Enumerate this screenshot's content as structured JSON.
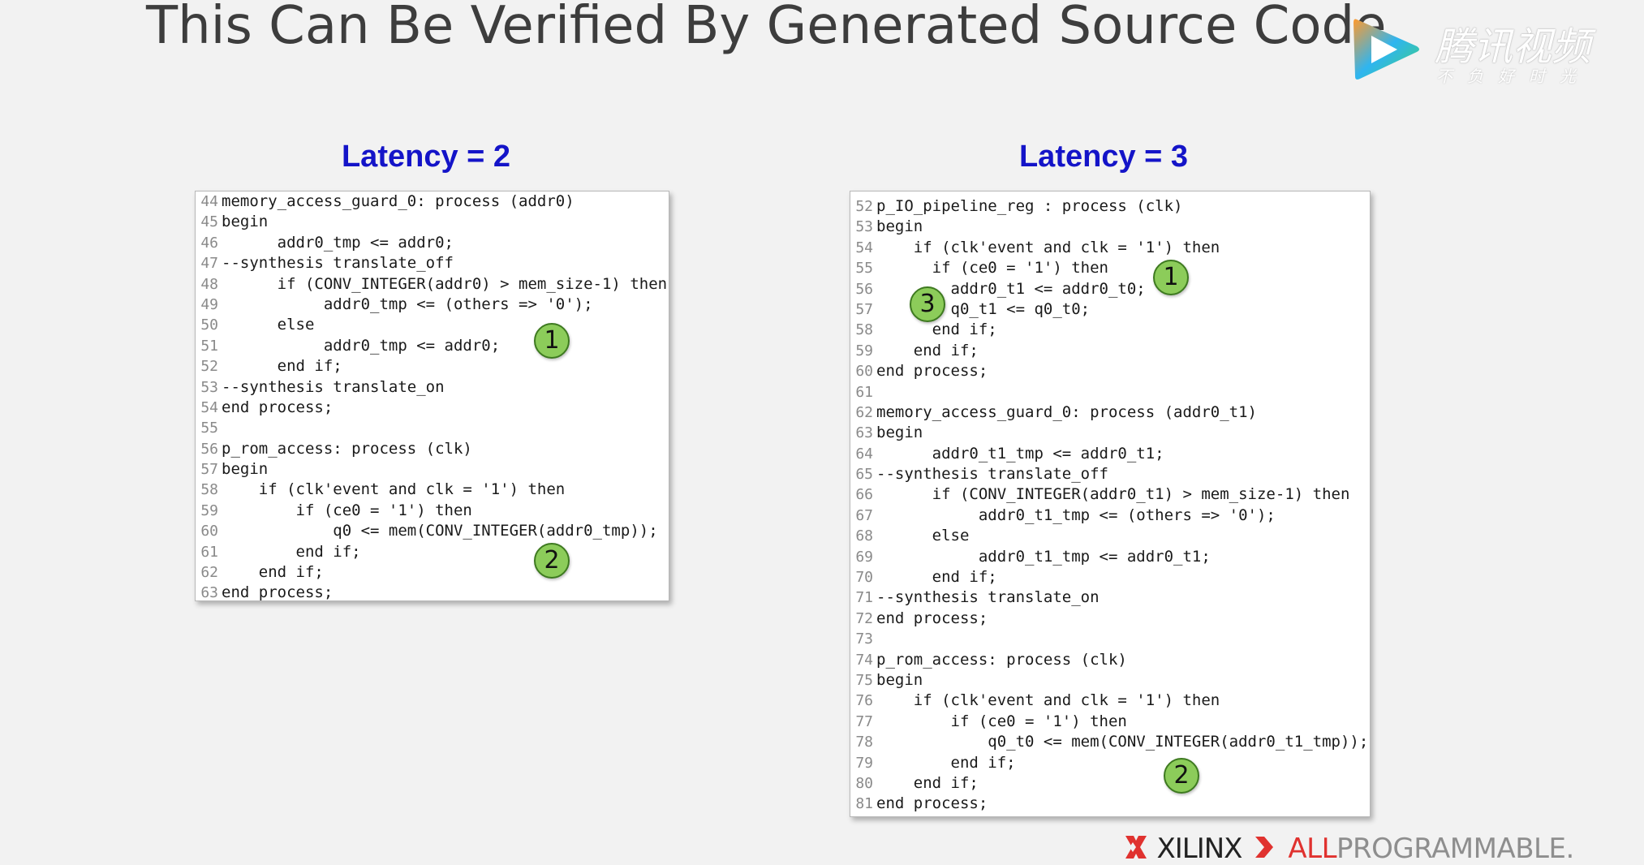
{
  "slide": {
    "title": "This Can Be Verified By Generated Source Code"
  },
  "watermark": {
    "text": "腾讯视频",
    "subtitle": "不负好时光"
  },
  "panels": [
    {
      "heading": "Latency = 2",
      "lines": [
        {
          "num": "44",
          "code": "memory_access_guard_0: process (addr0)"
        },
        {
          "num": "45",
          "code": "begin"
        },
        {
          "num": "46",
          "code": "      addr0_tmp <= addr0;"
        },
        {
          "num": "47",
          "code": "--synthesis translate_off"
        },
        {
          "num": "48",
          "code": "      if (CONV_INTEGER(addr0) > mem_size-1) then"
        },
        {
          "num": "49",
          "code": "           addr0_tmp <= (others => '0');"
        },
        {
          "num": "50",
          "code": "      else"
        },
        {
          "num": "51",
          "code": "           addr0_tmp <= addr0;"
        },
        {
          "num": "52",
          "code": "      end if;"
        },
        {
          "num": "53",
          "code": "--synthesis translate_on"
        },
        {
          "num": "54",
          "code": "end process;"
        },
        {
          "num": "55",
          "code": ""
        },
        {
          "num": "56",
          "code": "p_rom_access: process (clk)"
        },
        {
          "num": "57",
          "code": "begin"
        },
        {
          "num": "58",
          "code": "    if (clk'event and clk = '1') then"
        },
        {
          "num": "59",
          "code": "        if (ce0 = '1') then"
        },
        {
          "num": "60",
          "code": "            q0 <= mem(CONV_INTEGER(addr0_tmp));"
        },
        {
          "num": "61",
          "code": "        end if;"
        },
        {
          "num": "62",
          "code": "    end if;"
        },
        {
          "num": "63",
          "code": "end process;"
        }
      ],
      "badges": [
        "1",
        "2"
      ]
    },
    {
      "heading": "Latency = 3",
      "lines": [
        {
          "num": "52",
          "code": "p_IO_pipeline_reg : process (clk)"
        },
        {
          "num": "53",
          "code": "begin"
        },
        {
          "num": "54",
          "code": "    if (clk'event and clk = '1') then"
        },
        {
          "num": "55",
          "code": "      if (ce0 = '1') then"
        },
        {
          "num": "56",
          "code": "        addr0_t1 <= addr0_t0;"
        },
        {
          "num": "57",
          "code": "        q0_t1 <= q0_t0;"
        },
        {
          "num": "58",
          "code": "      end if;"
        },
        {
          "num": "59",
          "code": "    end if;"
        },
        {
          "num": "60",
          "code": "end process;"
        },
        {
          "num": "61",
          "code": ""
        },
        {
          "num": "62",
          "code": "memory_access_guard_0: process (addr0_t1)"
        },
        {
          "num": "63",
          "code": "begin"
        },
        {
          "num": "64",
          "code": "      addr0_t1_tmp <= addr0_t1;"
        },
        {
          "num": "65",
          "code": "--synthesis translate_off"
        },
        {
          "num": "66",
          "code": "      if (CONV_INTEGER(addr0_t1) > mem_size-1) then"
        },
        {
          "num": "67",
          "code": "           addr0_t1_tmp <= (others => '0');"
        },
        {
          "num": "68",
          "code": "      else"
        },
        {
          "num": "69",
          "code": "           addr0_t1_tmp <= addr0_t1;"
        },
        {
          "num": "70",
          "code": "      end if;"
        },
        {
          "num": "71",
          "code": "--synthesis translate_on"
        },
        {
          "num": "72",
          "code": "end process;"
        },
        {
          "num": "73",
          "code": ""
        },
        {
          "num": "74",
          "code": "p_rom_access: process (clk)"
        },
        {
          "num": "75",
          "code": "begin"
        },
        {
          "num": "76",
          "code": "    if (clk'event and clk = '1') then"
        },
        {
          "num": "77",
          "code": "        if (ce0 = '1') then"
        },
        {
          "num": "78",
          "code": "            q0_t0 <= mem(CONV_INTEGER(addr0_t1_tmp));"
        },
        {
          "num": "79",
          "code": "        end if;"
        },
        {
          "num": "80",
          "code": "    end if;"
        },
        {
          "num": "81",
          "code": "end process;"
        }
      ],
      "badges": [
        "1",
        "3",
        "2"
      ]
    }
  ],
  "brand": {
    "name": "XILINX",
    "tagline_a": "ALL ",
    "tagline_b": "PROGRAMMABLE."
  },
  "colors": {
    "heading": "#1414c8",
    "badge_fill": "#8ccc5a",
    "badge_border": "#3e7a20",
    "brand_red": "#e0322f"
  }
}
